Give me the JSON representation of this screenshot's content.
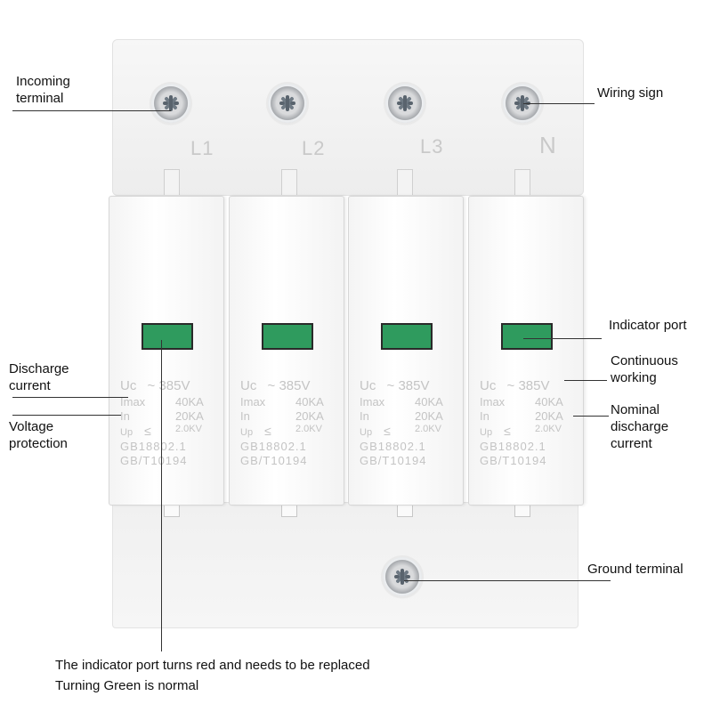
{
  "callouts": {
    "incoming_terminal": [
      "Incoming",
      "terminal"
    ],
    "wiring_sign": "Wiring sign",
    "indicator_port": "Indicator port",
    "continuous_working": [
      "Continuous",
      "working"
    ],
    "discharge_current": [
      "Discharge",
      "current"
    ],
    "voltage_protection": [
      "Voltage",
      "protection"
    ],
    "nominal_discharge_current": [
      "Nominal",
      "discharge",
      "current"
    ],
    "ground_terminal": "Ground terminal"
  },
  "terminals": [
    "L1",
    "L2",
    "L3",
    "N"
  ],
  "module_spec": {
    "uc_label": "Uc",
    "uc_symbol": "~",
    "uc_value": "385V",
    "imax_label": "Imax",
    "imax_value": "40KA",
    "in_label": "In",
    "in_value": "20KA",
    "up_label": "Up",
    "up_symbol": "≤",
    "up_value": "2.0KV",
    "standard_1": "GB18802.1",
    "standard_2": "GB/T10194"
  },
  "indicator_color": "#2f9b5e",
  "notes": [
    "The indicator port turns red and needs to be replaced",
    "Turning Green is normal"
  ]
}
